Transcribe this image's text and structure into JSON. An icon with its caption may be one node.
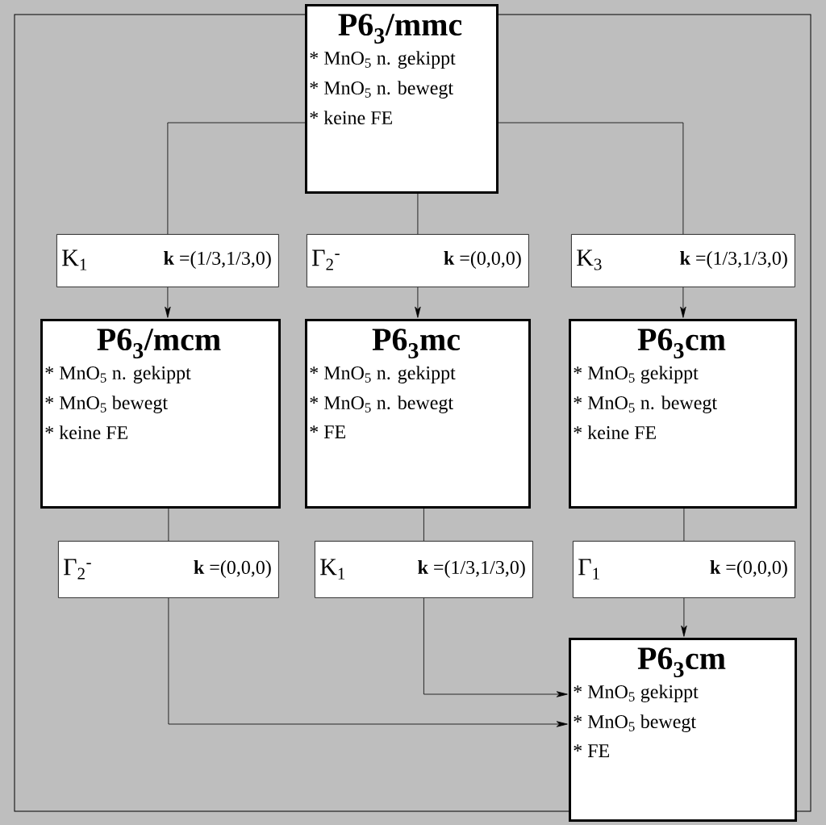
{
  "diagram": {
    "nodes": [
      {
        "text": [
          "P6$_{3}$/mmc",
          "* MnO$_{5}$ n. gekippt",
          "* MnO$_{5}$ n. bewegt",
          "* keine FE"
        ]
      },
      {
        "text": [
          "K$_{1}$",
          "**k** =(1/3,1/3,0)"
        ]
      },
      {
        "text": [
          "Γ$_{2}$$^{-}$",
          "**k** =(0,0,0)"
        ]
      },
      {
        "text": [
          "K$_{3}$",
          "**k** =(1/3,1/3,0)"
        ]
      },
      {
        "text": [
          "P6$_{3}$/mcm",
          "* MnO$_{5}$ n. gekippt",
          "* MnO$_{5}$ bewegt",
          "* keine FE"
        ]
      },
      {
        "text": [
          "P6$_{3}$mc",
          "* MnO$_{5}$ n. gekippt",
          "* MnO$_{5}$ n. bewegt",
          "* FE"
        ]
      },
      {
        "text": [
          "P6$_{3}$cm",
          "* MnO$_{5}$ gekippt",
          "* MnO$_{5}$ n. bewegt",
          "* keine FE"
        ]
      },
      {
        "text": [
          "Γ$_{2}$$^{-}$",
          "**k** =(0,0,0)"
        ]
      },
      {
        "text": [
          "K$_{1}$",
          "**k** =(1/3,1/3,0)"
        ]
      },
      {
        "text": [
          "Γ$_{1}$",
          "**k** =(0,0,0)"
        ]
      },
      {
        "text": [
          "P6$_{3}$cm",
          "* MnO$_{5}$ gekippt",
          "* MnO$_{5}$ bewegt",
          "* FE"
        ]
      }
    ],
    "edges": [
      {
        "from": 0,
        "to": 1,
        "arrow": "none"
      },
      {
        "from": 0,
        "to": 2,
        "arrow": "none"
      },
      {
        "from": 0,
        "to": 3,
        "arrow": "none"
      },
      {
        "from": 1,
        "to": 4,
        "arrow": "to"
      },
      {
        "from": 2,
        "to": 5,
        "arrow": "to"
      },
      {
        "from": 3,
        "to": 6,
        "arrow": "to"
      },
      {
        "from": 4,
        "to": 7,
        "arrow": "none"
      },
      {
        "from": 5,
        "to": 8,
        "arrow": "none"
      },
      {
        "from": 6,
        "to": 9,
        "arrow": "none"
      },
      {
        "from": 9,
        "to": 10,
        "arrow": "to"
      },
      {
        "from": 8,
        "to": 10,
        "arrow": "to"
      },
      {
        "from": 7,
        "to": 10,
        "arrow": "to"
      }
    ]
  }
}
